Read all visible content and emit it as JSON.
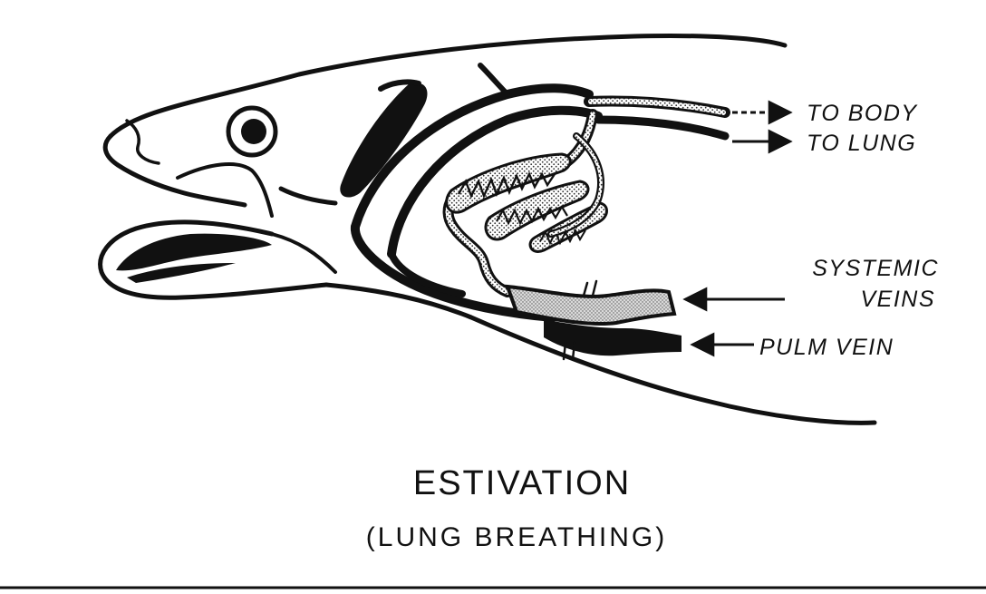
{
  "diagram": {
    "title": "ESTIVATION",
    "subtitle": "(LUNG BREATHING)",
    "labels": {
      "to_body": "TO BODY",
      "to_lung": "TO LUNG",
      "systemic_veins_line1": "SYSTEMIC",
      "systemic_veins_line2": "VEINS",
      "pulm_vein": "PULM VEIN"
    },
    "colors": {
      "ink": "#111111",
      "paper": "#ffffff",
      "stipple": "#bdbdbd"
    }
  }
}
